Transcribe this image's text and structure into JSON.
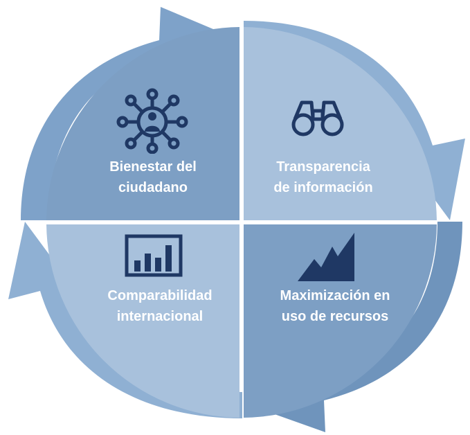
{
  "colors": {
    "arrow_dark": "#6f94bc",
    "arrow_light": "#8fb0d3",
    "quadrant_top_left": "#7d9fc4",
    "quadrant_top_right": "#a8c1dc",
    "quadrant_bottom_left": "#a8c1dc",
    "quadrant_bottom_right": "#7d9fc4",
    "icon_navy": "#1f3864",
    "label_text": "#ffffff"
  },
  "quadrants": {
    "top_left": {
      "icon": "person-network-icon",
      "line1": "Bienestar del",
      "line2": "ciudadano"
    },
    "top_right": {
      "icon": "binoculars-icon",
      "line1": "Transparencia",
      "line2": "de información"
    },
    "bottom_left": {
      "icon": "bar-chart-icon",
      "line1": "Comparabilidad",
      "line2": "internacional"
    },
    "bottom_right": {
      "icon": "mountain-chart-icon",
      "line1": "Maximización en",
      "line2": "uso de recursos"
    }
  }
}
